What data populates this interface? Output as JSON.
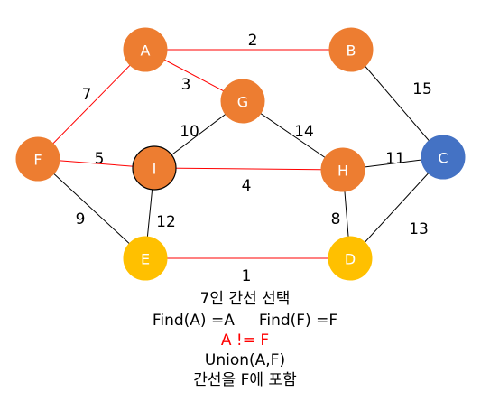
{
  "graph": {
    "nodes": [
      {
        "id": "A",
        "label": "A",
        "color": "#ED7D31",
        "stroke": "#ED7D31"
      },
      {
        "id": "B",
        "label": "B",
        "color": "#ED7D31",
        "stroke": "#ED7D31"
      },
      {
        "id": "G",
        "label": "G",
        "color": "#ED7D31",
        "stroke": "#ED7D31"
      },
      {
        "id": "F",
        "label": "F",
        "color": "#ED7D31",
        "stroke": "#ED7D31"
      },
      {
        "id": "I",
        "label": "I",
        "color": "#ED7D31",
        "stroke": "#000000"
      },
      {
        "id": "H",
        "label": "H",
        "color": "#ED7D31",
        "stroke": "#ED7D31"
      },
      {
        "id": "C",
        "label": "C",
        "color": "#4472C4",
        "stroke": "#4472C4"
      },
      {
        "id": "E",
        "label": "E",
        "color": "#FFC000",
        "stroke": "#FFC000"
      },
      {
        "id": "D",
        "label": "D",
        "color": "#FFC000",
        "stroke": "#FFC000"
      }
    ],
    "edges": [
      {
        "from": "A",
        "to": "B",
        "weight": "2",
        "color": "#FF0000"
      },
      {
        "from": "A",
        "to": "G",
        "weight": "3",
        "color": "#FF0000"
      },
      {
        "from": "A",
        "to": "F",
        "weight": "7",
        "color": "#FF0000"
      },
      {
        "from": "B",
        "to": "C",
        "weight": "15",
        "color": "#000000"
      },
      {
        "from": "G",
        "to": "I",
        "weight": "10",
        "color": "#000000"
      },
      {
        "from": "G",
        "to": "H",
        "weight": "14",
        "color": "#000000"
      },
      {
        "from": "F",
        "to": "I",
        "weight": "5",
        "color": "#FF0000"
      },
      {
        "from": "I",
        "to": "H",
        "weight": "4",
        "color": "#FF0000"
      },
      {
        "from": "H",
        "to": "C",
        "weight": "11",
        "color": "#000000"
      },
      {
        "from": "F",
        "to": "E",
        "weight": "9",
        "color": "#000000"
      },
      {
        "from": "I",
        "to": "E",
        "weight": "12",
        "color": "#000000"
      },
      {
        "from": "H",
        "to": "D",
        "weight": "8",
        "color": "#000000"
      },
      {
        "from": "C",
        "to": "D",
        "weight": "13",
        "color": "#000000"
      },
      {
        "from": "E",
        "to": "D",
        "weight": "1",
        "color": "#FF0000"
      }
    ]
  },
  "caption": {
    "line1": "7인 간선 선택",
    "line2": "Find(A) =A     Find(F) =F",
    "line3": "A != F",
    "line3_color": "#FF0000",
    "line4": "Union(A,F)",
    "line5": "간선을 F에 포함"
  }
}
